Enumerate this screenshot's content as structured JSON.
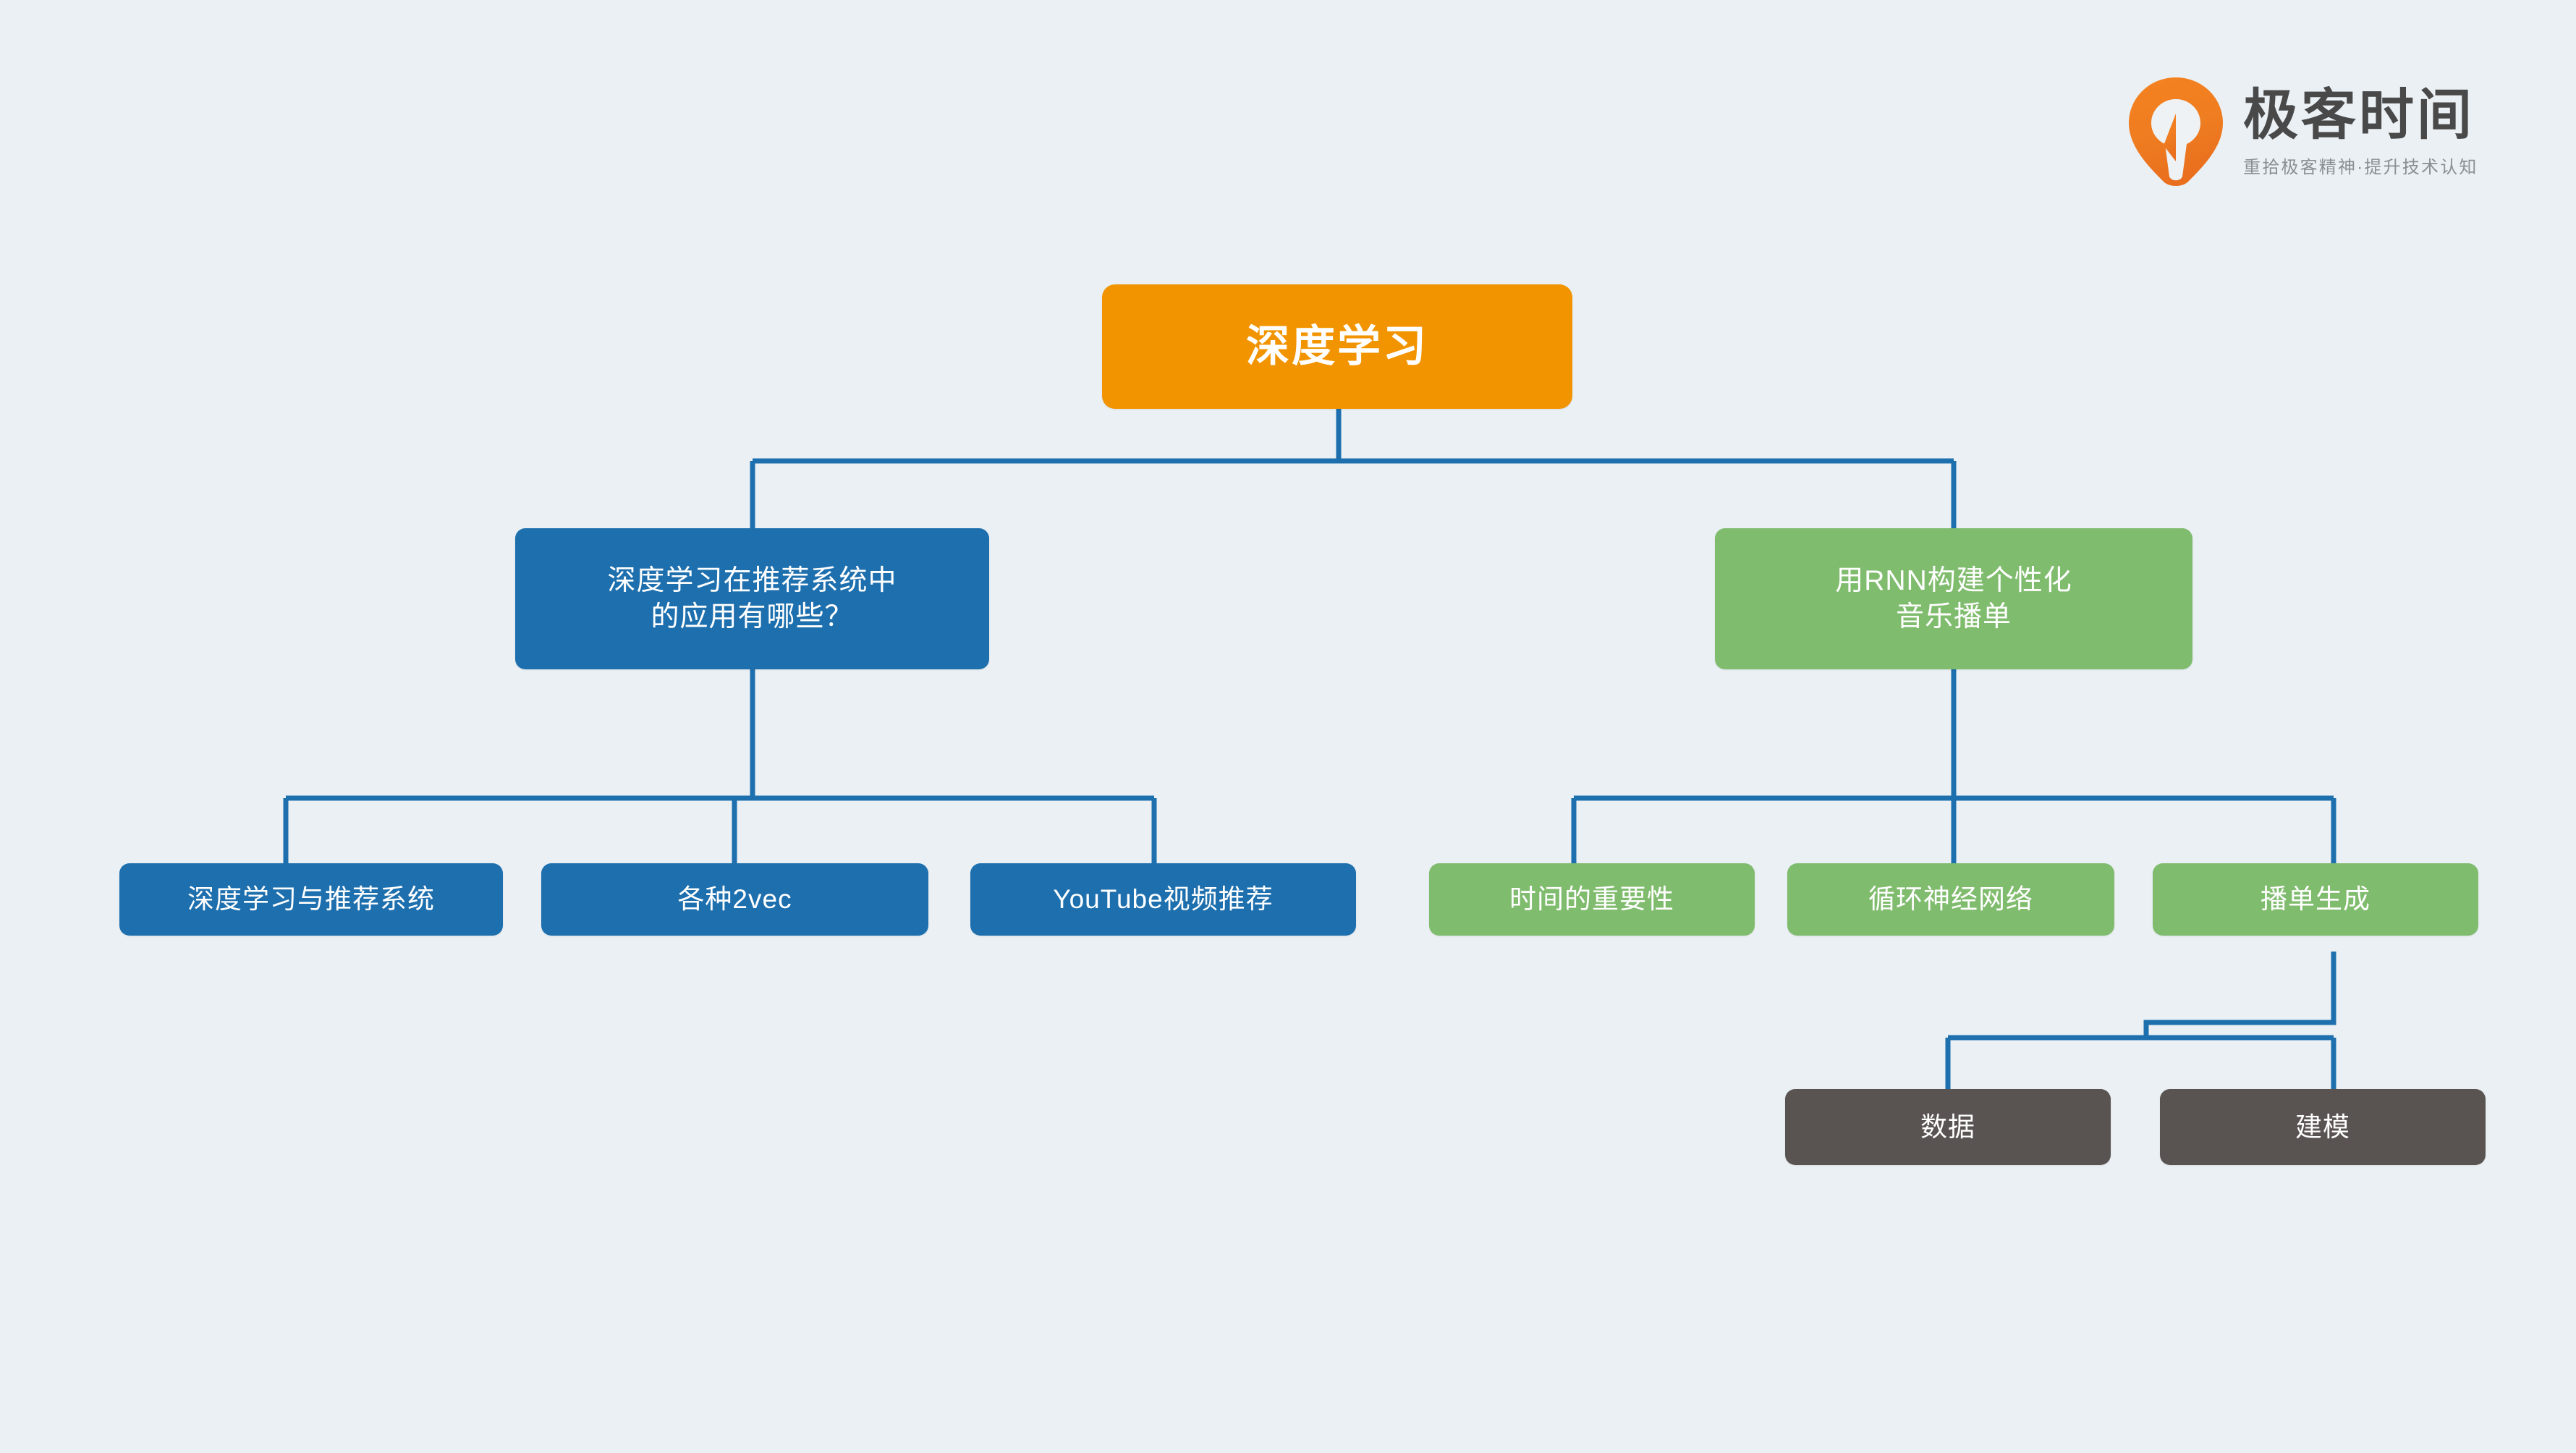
{
  "brand": {
    "logo_icon": "geekbang-drop-icon",
    "name": "极客时间",
    "tagline": "重拾极客精神·提升技术认知"
  },
  "palette": {
    "background": "#eaf0f4",
    "root": "#f29400",
    "blue": "#1d6fae",
    "green": "#80bc6e",
    "gray": "#595452",
    "connector": "#1d6fae",
    "node_text": "#ffffff",
    "logo_text": "#494949",
    "logo_tagline": "#8a8f93"
  },
  "diagram": {
    "type": "mindmap-tree",
    "root": {
      "id": "root",
      "label": "深度学习",
      "color": "#f29400"
    },
    "branches": [
      {
        "id": "branch-dl-recsys",
        "label": "深度学习在推荐系统中\n的应用有哪些？",
        "color": "#1d6fae",
        "children": [
          {
            "id": "leaf-dl-recsys",
            "label": "深度学习与推荐系统",
            "color": "#1d6fae"
          },
          {
            "id": "leaf-2vec",
            "label": "各种2vec",
            "color": "#1d6fae"
          },
          {
            "id": "leaf-youtube",
            "label": "YouTube视频推荐",
            "color": "#1d6fae"
          }
        ]
      },
      {
        "id": "branch-rnn-playlist",
        "label": "用RNN构建个性化\n音乐播单",
        "color": "#80bc6e",
        "children": [
          {
            "id": "leaf-time-importance",
            "label": "时间的重要性",
            "color": "#80bc6e"
          },
          {
            "id": "leaf-rnn",
            "label": "循环神经网络",
            "color": "#80bc6e"
          },
          {
            "id": "leaf-playlist-gen",
            "label": "播单生成",
            "color": "#80bc6e",
            "children": [
              {
                "id": "sub-data",
                "label": "数据",
                "color": "#595452"
              },
              {
                "id": "sub-modeling",
                "label": "建模",
                "color": "#595452"
              }
            ]
          }
        ]
      }
    ]
  }
}
